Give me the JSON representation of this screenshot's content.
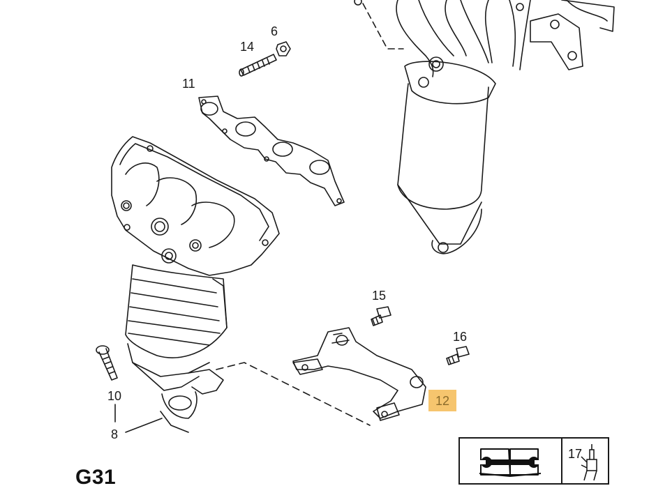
{
  "sheet_code": "G31",
  "callouts": {
    "p6": "6",
    "p14": "14",
    "p11": "11",
    "p15": "15",
    "p16": "16",
    "p12": "12",
    "p10": "10",
    "p8": "8"
  },
  "legend": {
    "ref": "17",
    "manual_icon": "service-manual-wrench-icon",
    "part_icon": "injector-part-icon"
  },
  "colors": {
    "highlight": "#f6c56e",
    "line": "#1a1a1a"
  }
}
